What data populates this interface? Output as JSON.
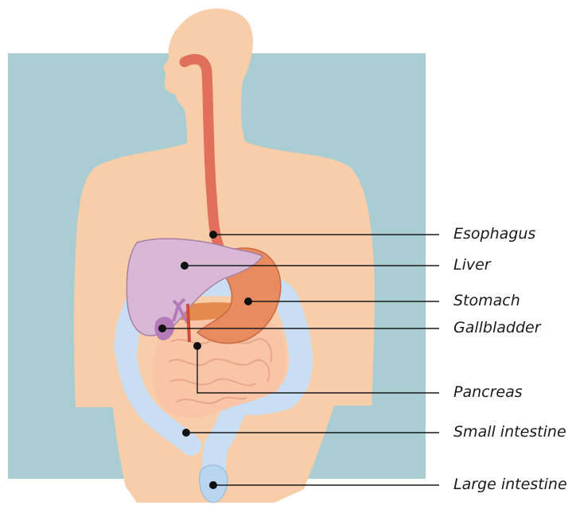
{
  "diagram": {
    "labels": {
      "esophagus": "Esophagus",
      "liver": "Liver",
      "stomach": "Stomach",
      "gallbladder": "Gallbladder",
      "pancreas": "Pancreas",
      "small_intestine": "Small intestine",
      "large_intestine": "Large intestine"
    },
    "colors": {
      "background_panel": "#a9cdd2",
      "skin": "#f7cdaa",
      "esophagus": "#e1705a",
      "liver": "#d9b8d6",
      "stomach": "#e88b5e",
      "large_intestine": "#c9def2",
      "small_intestine": "#f9c5a6",
      "pancreas": "#e58a4f",
      "gallbladder": "#b37bb8",
      "bladder": "#b8d6ef"
    }
  }
}
